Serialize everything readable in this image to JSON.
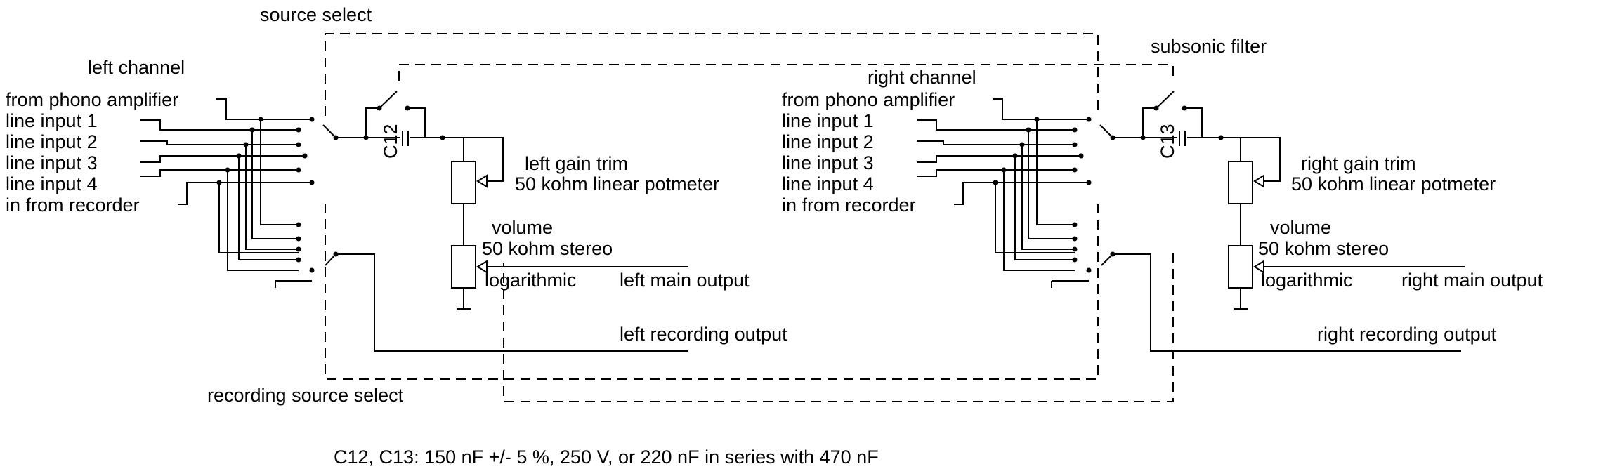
{
  "labels": {
    "source_select": "source select",
    "subsonic_filter": "subsonic filter",
    "recording_source_select": "recording source select",
    "footnote": "C12, C13: 150 nF +/- 5 %, 250 V, or 220 nF in series with 470 nF"
  },
  "left": {
    "title": "left channel",
    "inputs": [
      "from phono amplifier",
      "line input 1",
      "line input 2",
      "line input 3",
      "line input 4",
      "in from recorder"
    ],
    "cap": "C12",
    "gain_trim": "left gain trim",
    "gain_trim_spec": "50 kohm linear potmeter",
    "volume": "volume",
    "volume_spec1": "50 kohm stereo",
    "volume_spec2": "logarithmic",
    "main_output": "left main output",
    "rec_output": "left recording output"
  },
  "right": {
    "title": "right channel",
    "inputs": [
      "from phono amplifier",
      "line input 1",
      "line input 2",
      "line input 3",
      "line input 4",
      "in from recorder"
    ],
    "cap": "C13",
    "gain_trim": "right gain trim",
    "gain_trim_spec": "50 kohm linear potmeter",
    "volume": "volume",
    "volume_spec1": "50 kohm stereo",
    "volume_spec2": "logarithmic",
    "main_output": "right main output",
    "rec_output": "right recording output"
  }
}
